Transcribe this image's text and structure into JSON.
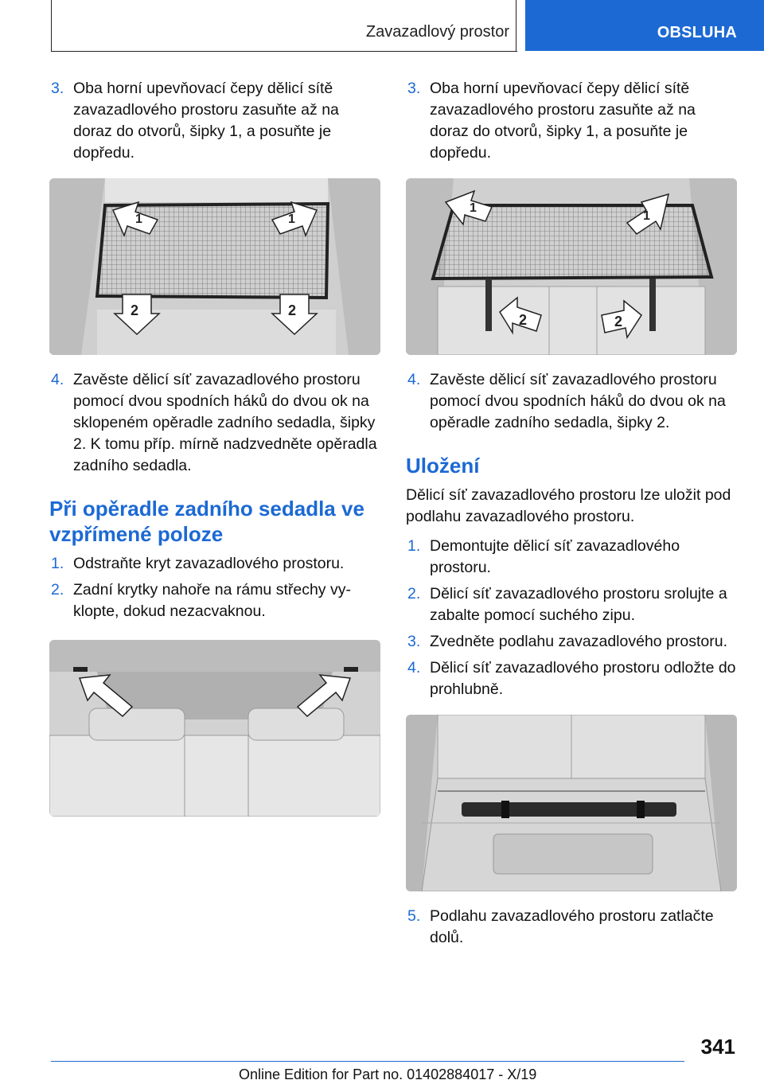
{
  "header": {
    "section": "Zavazadlový prostor",
    "tab": "OBSLUHA"
  },
  "left": {
    "step3": {
      "num": "3.",
      "text": "Oba horní upevňovací čepy dělicí sítě zavaza­dlového prostoru zasuňte až na doraz do ot­vorů, šipky 1, a posuňte je dopředu."
    },
    "fig1": {
      "labels": [
        "1",
        "1",
        "2",
        "2"
      ]
    },
    "step4": {
      "num": "4.",
      "text": "Zavěste dělicí síť zavazadlového prostoru po­mocí dvou spodních háků do dvou ok na sklo­peném opěradle zadního sedadla, šipky 2. K tomu příp. mírně nadzvedněte opěradla za­dního sedadla."
    },
    "heading": "Při opěradle zadního sedadla ve vzpřímené poloze",
    "steps": [
      {
        "num": "1.",
        "text": "Odstraňte kryt zavazadlového prostoru."
      },
      {
        "num": "2.",
        "text": "Zadní krytky nahoře na rámu střechy vy­klopte, dokud nezacvaknou."
      }
    ]
  },
  "right": {
    "step3": {
      "num": "3.",
      "text": "Oba horní upevňovací čepy dělicí sítě zavaza­dlového prostoru zasuňte až na doraz do ot­vorů, šipky 1, a posuňte je dopředu."
    },
    "fig2": {
      "labels": [
        "1",
        "1",
        "2",
        "2"
      ]
    },
    "step4": {
      "num": "4.",
      "text": "Zavěste dělicí síť zavazadlového prostoru po­mocí dvou spodních háků do dvou ok na opě­radle zadního sedadla, šipky 2."
    },
    "heading": "Uložení",
    "intro": "Dělicí síť zavazadlového prostoru lze uložit pod podlahu zavazadlového prostoru.",
    "steps": [
      {
        "num": "1.",
        "text": "Demontujte dělicí síť zavazadlového prostoru."
      },
      {
        "num": "2.",
        "text": "Dělicí síť zavazadlového prostoru srolujte a zabalte pomocí suchého zipu."
      },
      {
        "num": "3.",
        "text": "Zvedněte podlahu zavazadlového prostoru."
      },
      {
        "num": "4.",
        "text": "Dělicí síť zavazadlového prostoru odložte do prohlubně."
      }
    ],
    "step5": {
      "num": "5.",
      "text": "Podlahu zavazadlového prostoru zatlačte dolů."
    }
  },
  "footer": {
    "page": "341",
    "edition": "Online Edition for Part no. 01402884017 - X/19"
  }
}
